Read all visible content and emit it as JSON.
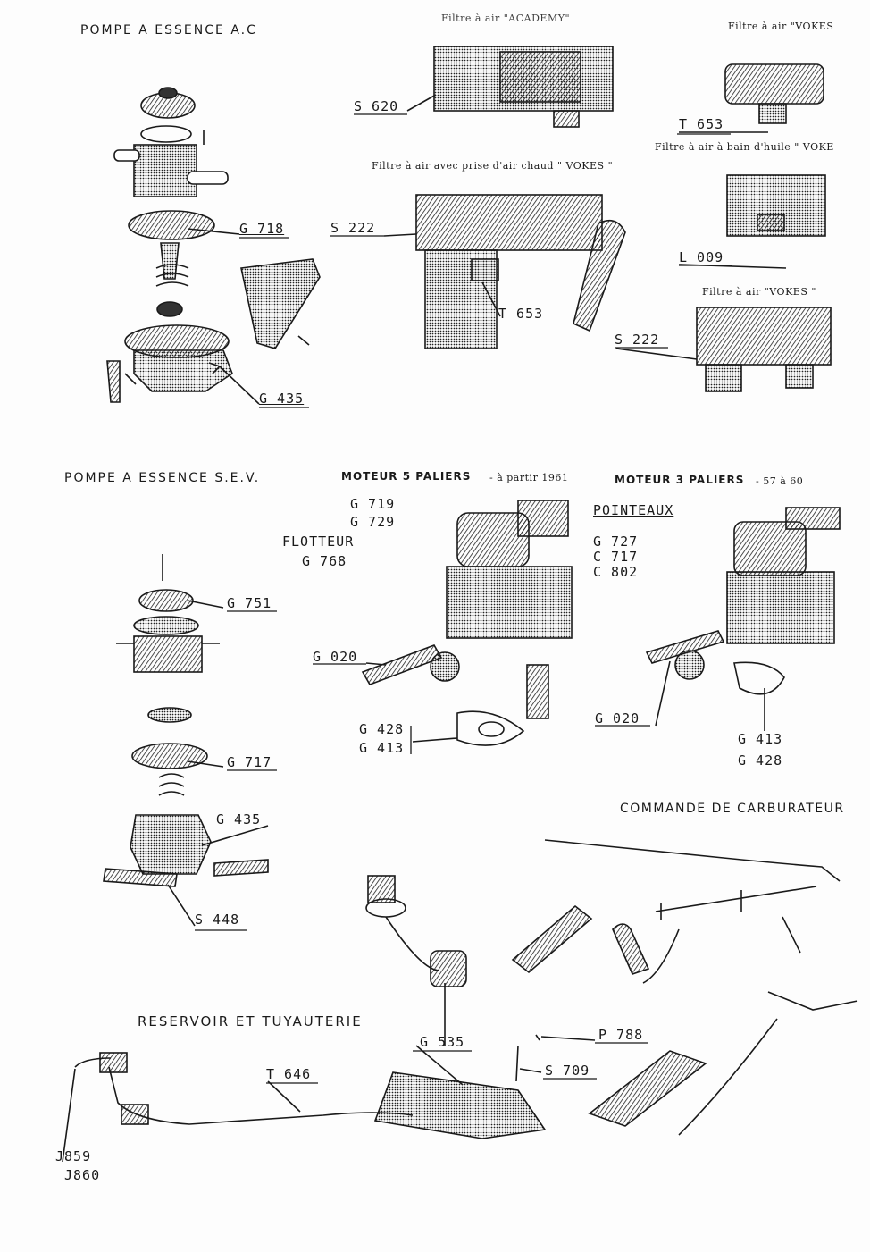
{
  "sections": {
    "pump_ac": {
      "title": "POMPE A ESSENCE A.C",
      "refs": [
        "G 718",
        "G 435"
      ]
    },
    "air_filters": {
      "filter_top_left_caption": "Filtre à air \"ACADEMY\"",
      "filter_vokes_top_caption": "Filtre à air \"VOKES",
      "filter_oil_bath_caption": "Filtre à air à bain d'huile \" VOKE",
      "filter_hot_air_caption": "Filtre à air avec prise d'air chaud \" VOKES \"",
      "filter_vokes_bottom_caption": "Filtre à air \"VOKES \"",
      "refs": [
        "S 620",
        "T 653",
        "S 222",
        "T 653",
        "L 009",
        "S 222"
      ]
    },
    "pump_sev": {
      "title": "POMPE A ESSENCE S.E.V.",
      "refs": [
        "G 751",
        "G 717",
        "G 435",
        "S 448"
      ]
    },
    "engine_5": {
      "title": "MOTEUR 5 PALIERS",
      "subtitle": "- à partir 1961",
      "refs_top": [
        "G 719",
        "G 729"
      ],
      "float_label": "FLOTTEUR",
      "float_ref": "G 768",
      "ref_left": "G 020",
      "gasket_refs": [
        "G 428",
        "G 413"
      ]
    },
    "engine_3": {
      "title": "MOTEUR 3 PALIERS",
      "subtitle": "- 57 à 60",
      "needles_label": "POINTEAUX",
      "needles_refs": [
        "G 727",
        "C 717",
        "C 802"
      ],
      "ref_left": "G 020",
      "gasket_refs": [
        "G 413",
        "G 428"
      ]
    },
    "carb_control": {
      "title": "COMMANDE DE CARBURATEUR",
      "refs": [
        "P 788",
        "S 709"
      ]
    },
    "tank": {
      "title": "RESERVOIR ET TUYAUTERIE",
      "refs": [
        "G 535",
        "T 646",
        "J859",
        "J860"
      ]
    }
  },
  "colors": {
    "ink": "#1a1a1a",
    "paper": "#fdfdfd"
  }
}
